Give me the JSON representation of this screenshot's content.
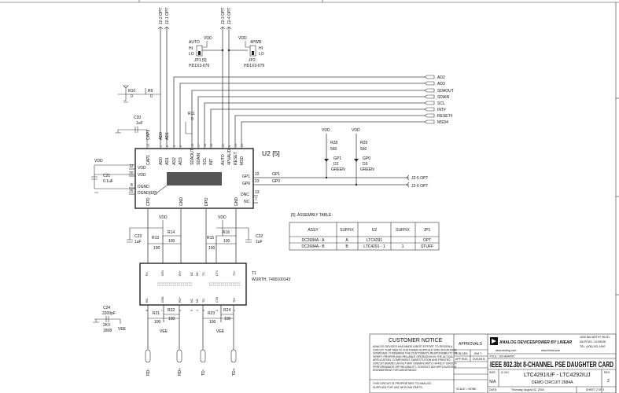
{
  "u2": {
    "ref": "U2 [5]",
    "left_pins": [
      {
        "num": "12",
        "name": "VDD"
      },
      {
        "num": "20",
        "name": "VDD"
      },
      {
        "num": "8",
        "name": "DGND"
      },
      {
        "num": "25",
        "name": "DGND(EP)"
      }
    ],
    "top_pins": [
      {
        "num": "19",
        "name": "CAP1",
        "net": "CAP1"
      },
      {
        "num": "1",
        "name": "AD0",
        "net": "AD0"
      },
      {
        "num": "2",
        "name": "AD1",
        "net": "AD1"
      },
      {
        "num": "3",
        "name": "AD2"
      },
      {
        "num": "4",
        "name": "AD3"
      },
      {
        "num": "16",
        "name": "SDAOUT"
      },
      {
        "num": "17",
        "name": "SDAIN"
      },
      {
        "num": "18",
        "name": "SCL"
      },
      {
        "num": "15",
        "name": "INT"
      },
      {
        "num": "21",
        "name": "AUTO"
      },
      {
        "num": "6",
        "name": "4PVALID"
      },
      {
        "num": "14",
        "name": "RESET"
      },
      {
        "num": "24",
        "name": "MSD"
      }
    ],
    "right_pins": [
      {
        "num": "22",
        "name": "GP1",
        "net": "GP1"
      },
      {
        "num": "23",
        "name": "GP0",
        "net": "GP0"
      },
      {
        "num": "13",
        "name": "DNC"
      },
      {
        "num": "7",
        "name": "NC"
      }
    ],
    "bottom_pins": [
      "CPD",
      "GND",
      "DPD",
      "GND"
    ]
  },
  "nets": [
    "AD2",
    "AD3",
    "SDAOUT",
    "SDAIN",
    "SCL",
    "INT#",
    "RESET#",
    "MSD4"
  ],
  "connectors_top": [
    "J2-2  OPT",
    "J2-1  OPT",
    "J2-3  OPT",
    "J2-4  OPT"
  ],
  "jp1": {
    "label": "AUTO",
    "hi": "HI",
    "lo": "LO",
    "ref": "JP1 [5]",
    "part": "HD1X3-079",
    "vdd": "VDD"
  },
  "jp2": {
    "label": "4PWR",
    "hi": "HI",
    "lo": "LO",
    "ref": "JP2",
    "part": "HD1X3-079",
    "vdd": "VDD"
  },
  "parts": {
    "r10": {
      "ref": "R10",
      "val": "0"
    },
    "r9": {
      "ref": "R9",
      "val": "0"
    },
    "r11": {
      "ref": "R11",
      "val": "0"
    },
    "c20": {
      "ref": "C20",
      "val": "1uF"
    },
    "c21": {
      "ref": "C21",
      "val": "0.1uF"
    },
    "vdd": "VDD",
    "vee": "VEE",
    "r28": {
      "ref": "R28",
      "val": "560"
    },
    "r29": {
      "ref": "R29",
      "val": "560"
    },
    "d2": {
      "net": "GP1",
      "ref": "D2",
      "val": "GREEN"
    },
    "d3": {
      "net": "GP0",
      "ref": "D3",
      "val": "GREEN"
    },
    "j25": "J2-5  OPT",
    "j26": "J2-6  OPT",
    "c23": {
      "ref": "C23",
      "val": "1uF"
    },
    "c22": {
      "ref": "C22",
      "val": "1uF"
    },
    "r13": {
      "ref": "R13",
      "val": "100"
    },
    "r14": {
      "ref": "R14",
      "val": "100"
    },
    "r15": {
      "ref": "R15",
      "val": "100"
    },
    "r16": {
      "ref": "R16",
      "val": "100"
    },
    "r21": {
      "ref": "R21",
      "val": "100"
    },
    "r22": {
      "ref": "R22",
      "val": "100"
    },
    "r23": {
      "ref": "R23",
      "val": "100"
    },
    "r24": {
      "ref": "R24",
      "val": "100"
    },
    "c24": {
      "ref": "C24",
      "val": "2200pF",
      "v": "2KV",
      "pkg": "1808"
    }
  },
  "t1": {
    "ref": "T1",
    "part": "WURTH, 7490100143",
    "top": [
      "RX-",
      "CRX",
      "RX+",
      "NC",
      "NC",
      "TX-",
      "CTX",
      "TX+"
    ],
    "bottom": [
      "RD-",
      "CRD",
      "RD+",
      "NC",
      "NC",
      "TD-",
      "CTD",
      "TD+"
    ],
    "bottom_nums": [
      "8",
      "7",
      "6",
      "5",
      "4",
      "3",
      "2",
      "1"
    ]
  },
  "outputs": [
    "RD-",
    "RD+",
    "TD-",
    "TD+"
  ],
  "assembly": {
    "title": "[5]. ASSEMBLY TABLE:",
    "headers": [
      "ASSY",
      "SUFFIX",
      "U2",
      "SUFFIX",
      "JP1"
    ],
    "rows": [
      [
        "DC2684A - A",
        "A",
        "LTC4291",
        "",
        "OPT"
      ],
      [
        "DC2684A - B",
        "B",
        "LTC4291 - 1",
        "1",
        "STUFF"
      ]
    ]
  },
  "title_block": {
    "notice_title": "CUSTOMER NOTICE",
    "notice_text": [
      "ANALOG DEVICES HAS MADE A BEST EFFORT TO DESIGN A",
      "CIRCUIT THAT MEETS CUSTOMER-SUPPLIED SPECIFICATIONS;",
      "HOWEVER, IT REMAINS THE CUSTOMER'S RESPONSIBILITY TO",
      "VERIFY PROPER AND RELIABLE OPERATION IN THE ACTUAL",
      "APPLICATION. COMPONENT SUBSTITUTION AND PRINTED",
      "CIRCUIT BOARD LAYOUT MAY SIGNIFICANTLY AFFECT CIRCUIT",
      "PERFORMANCE OR RELIABILITY. CONTACT ADI APPLICATIONS",
      "ENGINEERING FOR ASSISTANCE."
    ],
    "proprietary": [
      "THIS CIRCUIT IS PROPRIETARY TO ANALOG",
      "SUPPLIED FOR USE WITH ADI PARTS."
    ],
    "approvals": "APPROVALS",
    "pcb_des_label": "PCB DES.",
    "pcb_des": "KIM T.",
    "app_eng_label": "APP ENG.",
    "app_eng": "DUSAN B.",
    "scale": "SCALE = NONE",
    "adi_logo": "ANALOG DEVICES",
    "linear_logo": "POWER BY LINEAR",
    "adi_url": "www.analog.com",
    "linear_url": "www.linear.com",
    "address": [
      "1630 McCARTHY BLVD.",
      "MILPITAS, CA 95035",
      "TEL: (408) 432-1900"
    ],
    "title_label": "TITLE : SCHEMATIC",
    "title": "IEEE 802.3bt 8-CHANNEL PSE DAUGHTER CARD",
    "size_label": "SIZE",
    "size": "N/A",
    "ic_label": "IC NO.",
    "ic": "LTC4291IUF - LTC4292IUJ",
    "demo": "DEMO CIRCUIT 2684A",
    "rev_label": "REV.",
    "rev": "2",
    "date_label": "DATE:",
    "date": "Thursday, August 02, 2018",
    "sheet": "SHEET  2   OF  3"
  }
}
